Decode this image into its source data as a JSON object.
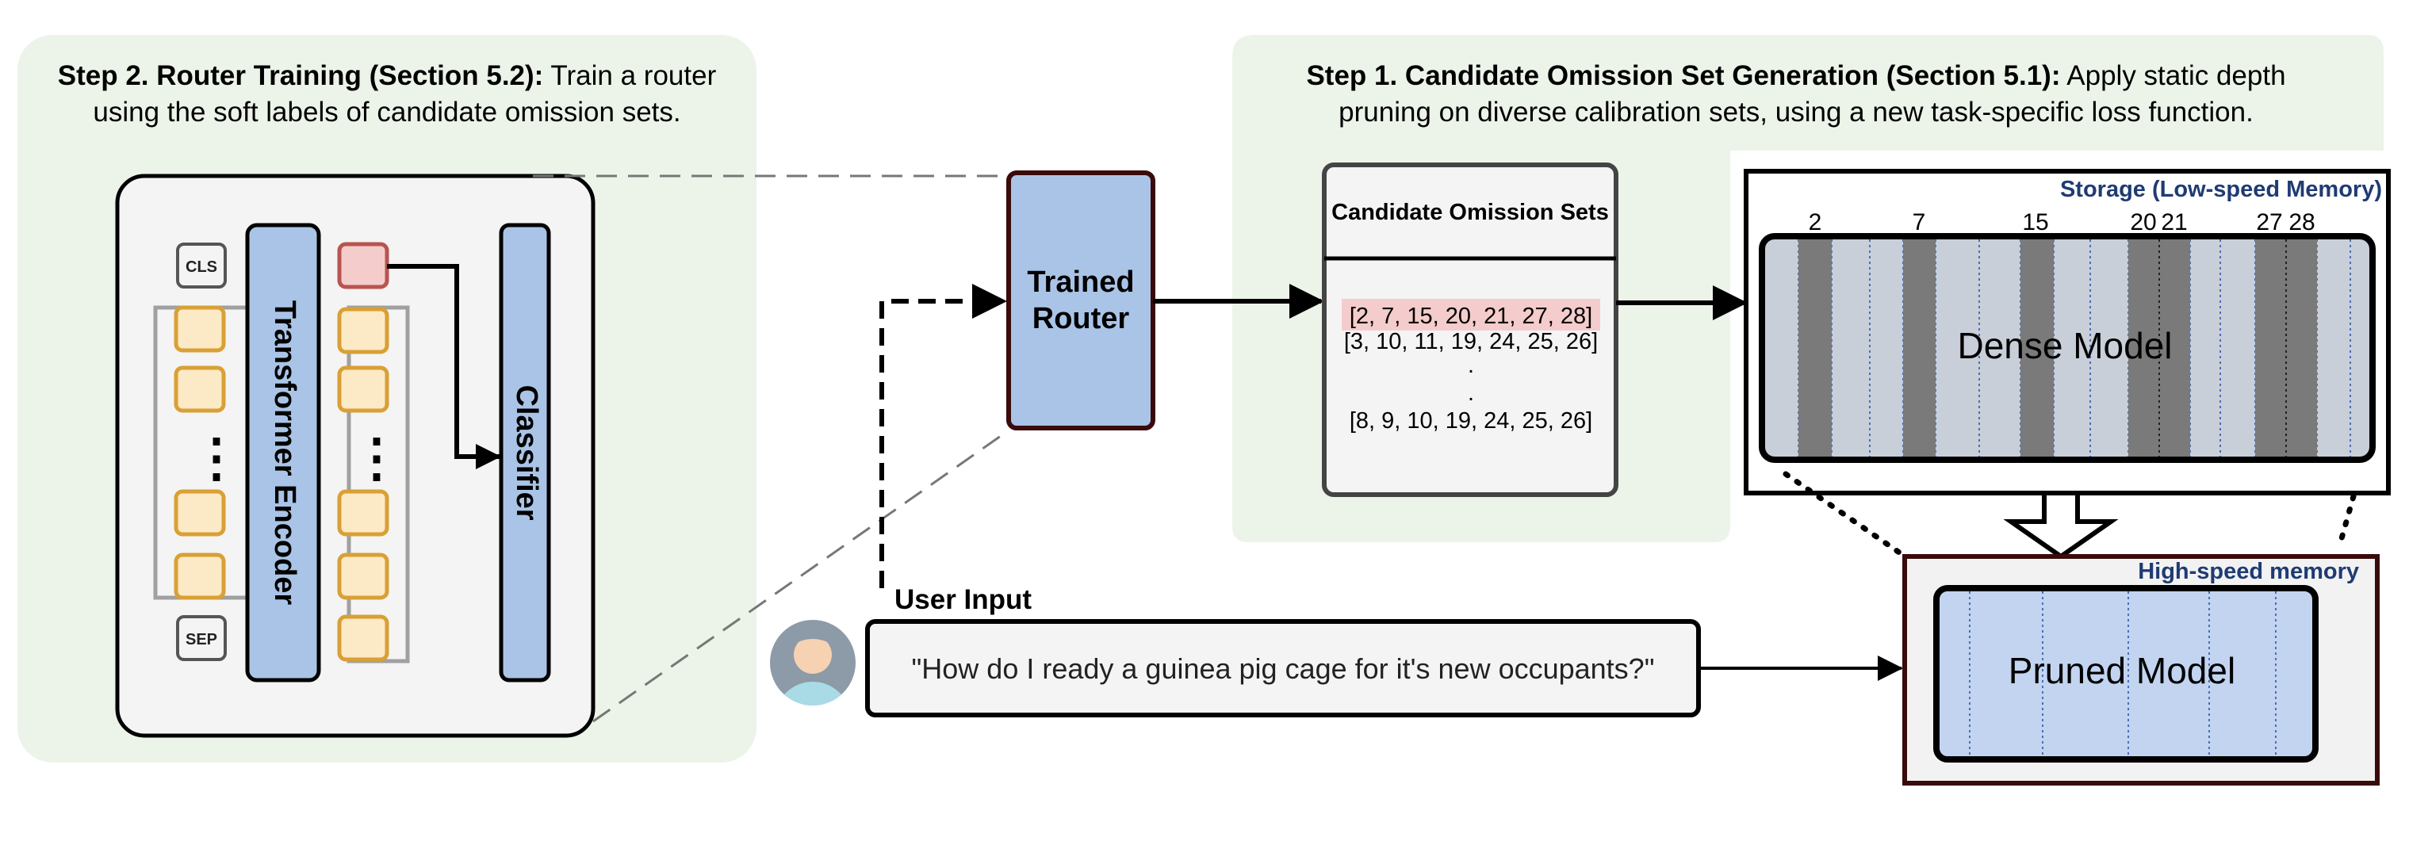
{
  "step2": {
    "title_bold": "Step 2. Router Training (Section 5.2):",
    "title_rest": " Train a router",
    "title_line2": "using the soft labels of candidate omission sets."
  },
  "step1": {
    "title_bold": "Step 1. Candidate Omission Set Generation (Section 5.1):",
    "title_rest": " Apply static depth",
    "title_line2": "pruning on diverse calibration sets, using a new task-specific loss function."
  },
  "encoder": {
    "cls_label": "CLS",
    "sep_label": "SEP",
    "dots": "⋮",
    "transformer_label": "Transformer Encoder",
    "classifier_label": "Classifier"
  },
  "router": {
    "line1": "Trained",
    "line2": "Router"
  },
  "omission": {
    "title": "Candidate Omission Sets",
    "rows": [
      "[2,  7,  15, 20, 21, 27, 28]",
      "[3, 10, 11, 19, 24, 25, 26]",
      "[8,  9,  10, 19, 24, 25, 26]"
    ],
    "dots": [
      ".",
      "."
    ]
  },
  "storage": {
    "label": "Storage (Low-speed Memory)",
    "layer_numbers": [
      "2",
      "7",
      "15",
      "20",
      "21",
      "27",
      "28"
    ],
    "model_label": "Dense Model"
  },
  "highspeed": {
    "label": "High-speed memory",
    "model_label": "Pruned Model"
  },
  "user": {
    "label": "User Input",
    "query": "\"How do I ready a guinea pig cage for it's new occupants?\""
  },
  "colors": {
    "panel_green": "#ecf4ea",
    "token_orange": "#d9a035",
    "token_red": "#b85450",
    "encoder_blue": "#a9c4e6",
    "dark_red_border": "#3a0b0b",
    "storage_label_blue": "#1f3b73"
  }
}
